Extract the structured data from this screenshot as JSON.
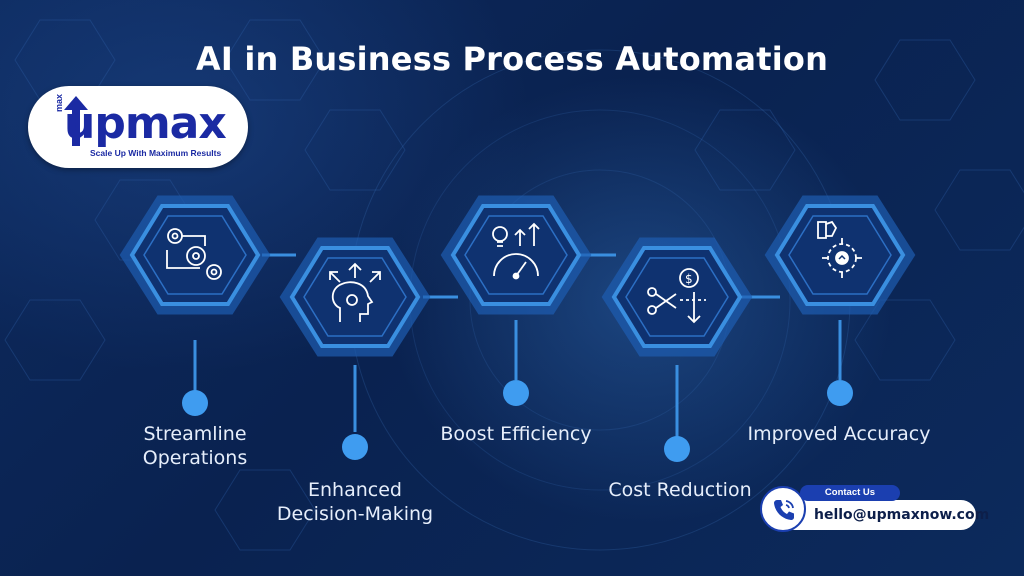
{
  "title": "AI in Business Process Automation",
  "logo": {
    "wordmark": "upmax",
    "small_text": "max",
    "tagline": "Scale Up With Maximum Results",
    "color": "#1b2aa3"
  },
  "steps": [
    {
      "label_lines": [
        "Streamline",
        "Operations"
      ],
      "icon": "gears-icon"
    },
    {
      "label_lines": [
        "Enhanced",
        "Decision-Making"
      ],
      "icon": "head-gear-arrows-icon"
    },
    {
      "label_lines": [
        "Boost Efficiency"
      ],
      "icon": "bulb-arrows-gauge-icon"
    },
    {
      "label_lines": [
        "Cost Reduction"
      ],
      "icon": "scissors-dollar-gear-icon"
    },
    {
      "label_lines": [
        "Improved Accuracy"
      ],
      "icon": "thumbs-target-icon"
    }
  ],
  "contact": {
    "heading": "Contact Us",
    "email": "hello@upmaxnow.com",
    "icon": "phone-icon"
  },
  "colors": {
    "accent": "#3a8fe0",
    "hex_fill": "#0f3270",
    "node": "#3f9cf0",
    "text": "#e6eefb"
  }
}
